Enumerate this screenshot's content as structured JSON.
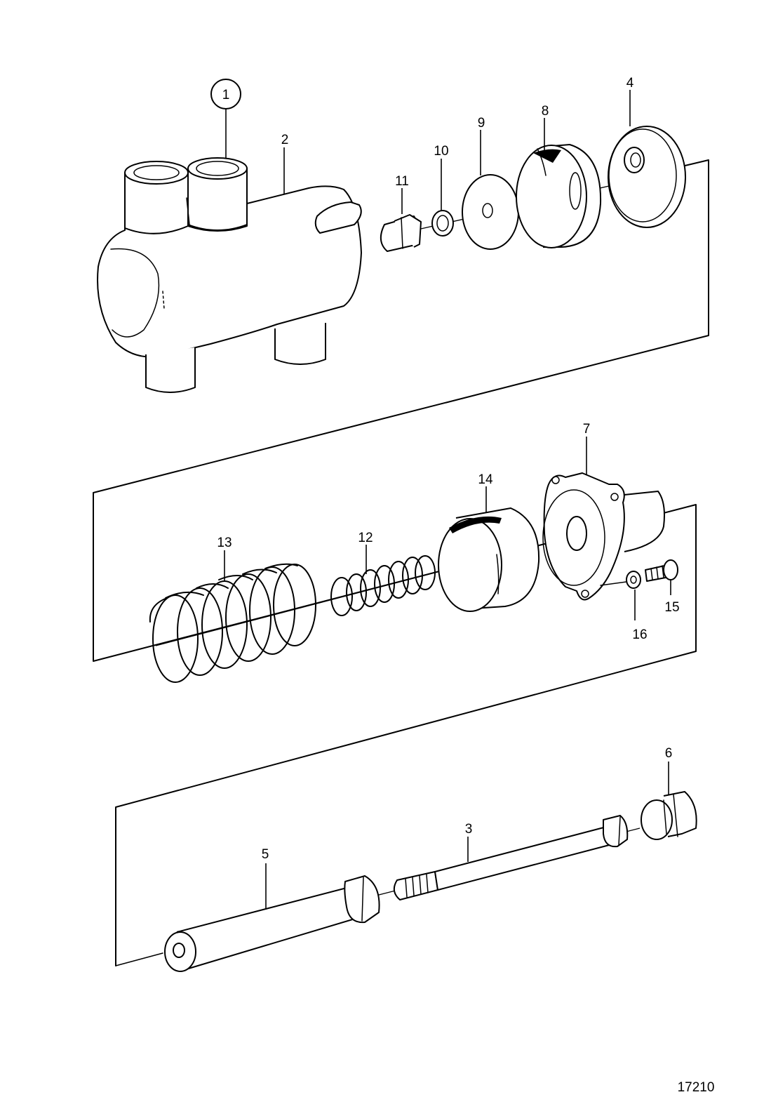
{
  "labels": {
    "p1": "1",
    "p2": "2",
    "p3": "3",
    "p4": "4",
    "p5": "5",
    "p6": "6",
    "p7": "7",
    "p8": "8",
    "p9": "9",
    "p10": "10",
    "p11": "11",
    "p12": "12",
    "p13": "13",
    "p14": "14",
    "p15": "15",
    "p16": "16"
  },
  "drawing_number": "17210"
}
